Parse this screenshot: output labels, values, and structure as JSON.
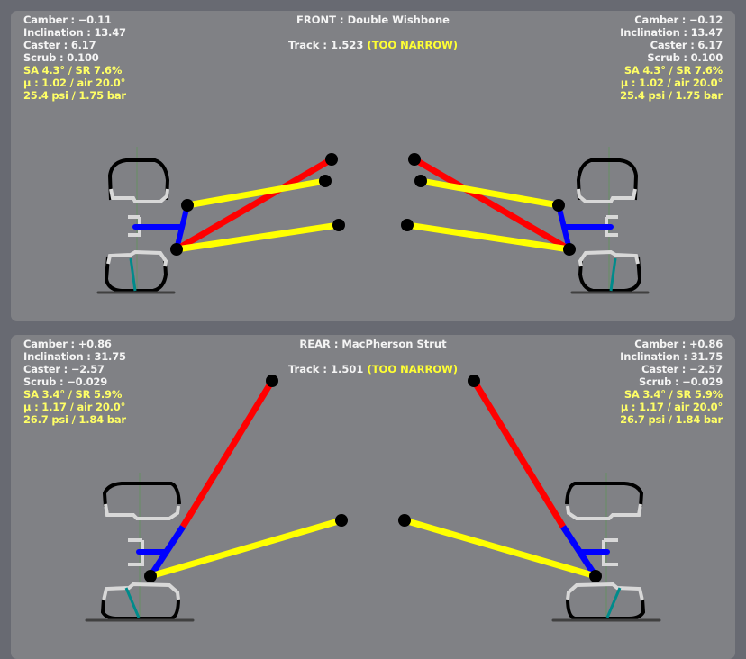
{
  "front": {
    "title": "FRONT : Double Wishbone",
    "track_label": "Track : 1.523",
    "track_warning": "(TOO NARROW)",
    "left": {
      "camber": "Camber : −0.11",
      "inclination": "Inclination : 13.47",
      "caster": "Caster : 6.17",
      "scrub": "Scrub : 0.100",
      "slip": "SA 4.3° / SR 7.6%",
      "mu": "μ : 1.02 / air 20.0°",
      "pressure": "25.4 psi / 1.75 bar"
    },
    "right": {
      "camber": "Camber : −0.12",
      "inclination": "Inclination : 13.47",
      "caster": "Caster : 6.17",
      "scrub": "Scrub : 0.100",
      "slip": "SA 4.3° / SR 7.6%",
      "mu": "μ : 1.02 / air 20.0°",
      "pressure": "25.4 psi / 1.75 bar"
    }
  },
  "rear": {
    "title": "REAR : MacPherson Strut",
    "track_label": "Track : 1.501",
    "track_warning": "(TOO NARROW)",
    "left": {
      "camber": "Camber : +0.86",
      "inclination": "Inclination : 31.75",
      "caster": "Caster : −2.57",
      "scrub": "Scrub : −0.029",
      "slip": "SA 3.4° / SR 5.9%",
      "mu": "μ : 1.17 / air 20.0°",
      "pressure": "26.7 psi / 1.84 bar"
    },
    "right": {
      "camber": "Camber : +0.86",
      "inclination": "Inclination : 31.75",
      "caster": "Caster : −2.57",
      "scrub": "Scrub : −0.029",
      "slip": "SA 3.4° / SR 5.9%",
      "mu": "μ : 1.17 / air 20.0°",
      "pressure": "26.7 psi / 1.84 bar"
    }
  },
  "colors": {
    "upper_arm": "#ff0000",
    "lower_arm": "#ffff00",
    "knuckle": "#0000ff",
    "joint": "#000000",
    "tire": "#000000",
    "rim": "#d8d8d8",
    "camber_line": "#008b8b",
    "ground": "#404040"
  }
}
